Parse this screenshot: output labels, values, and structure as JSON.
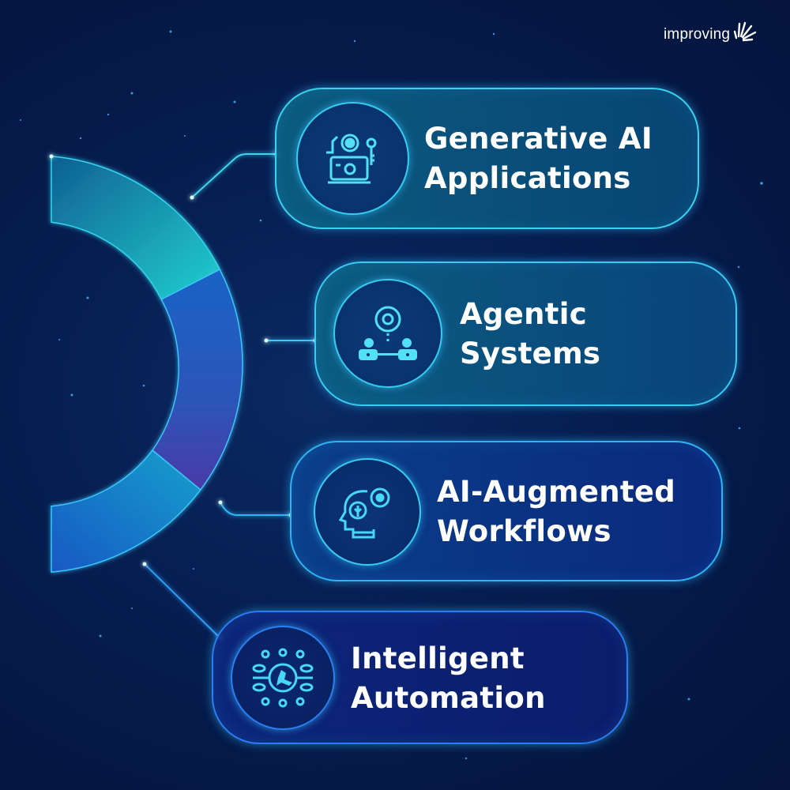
{
  "brand": {
    "logo_text": "improving",
    "logo_icon": "sunburst-icon"
  },
  "colors": {
    "background": "#061d4f",
    "arc_segment_1": "#1fc8cc",
    "arc_segment_2": "#2a5fc8",
    "arc_segment_3": "#1b8ed0",
    "glow": "#35c9ee",
    "text": "#ffffff"
  },
  "items": [
    {
      "line1": "Generative AI",
      "line2": "Applications",
      "icon": "gear-laptop-key-icon",
      "card_color_top": "#0b5680",
      "card_color_bottom": "#073f72",
      "border": "#3ad3ef"
    },
    {
      "line1": "Agentic",
      "line2": "Systems",
      "icon": "gear-network-people-icon",
      "card_color_top": "#0b5a82",
      "card_color_bottom": "#08407a",
      "border": "#3acbf2"
    },
    {
      "line1": "AI-Augmented",
      "line2": "Workflows",
      "icon": "head-gear-brain-icon",
      "card_color_top": "#0a3d8a",
      "card_color_bottom": "#0a2a82",
      "border": "#2fb3f5"
    },
    {
      "line1": "Intelligent",
      "line2": "Automation",
      "icon": "circuit-automation-icon",
      "card_color_top": "#0b2378",
      "card_color_bottom": "#0c1d6a",
      "border": "#2b7df5"
    }
  ]
}
